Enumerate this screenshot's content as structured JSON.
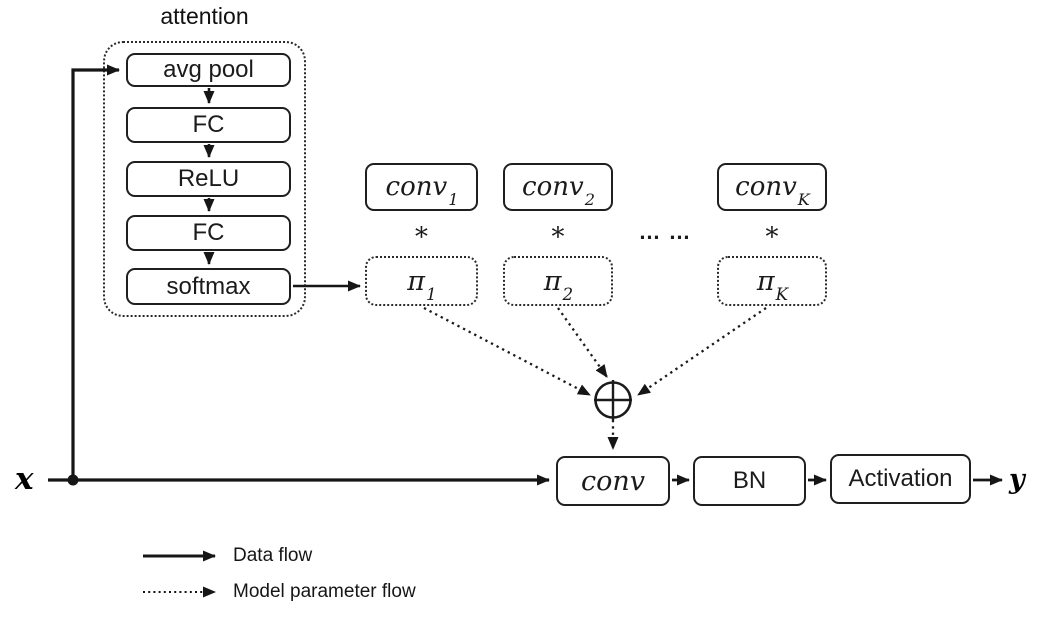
{
  "attention": {
    "label": "attention",
    "blocks": [
      "avg pool",
      "FC",
      "ReLU",
      "FC",
      "softmax"
    ]
  },
  "kernels": {
    "items": [
      {
        "name": "conv",
        "sub": "1",
        "op": "∗",
        "weight": "π",
        "weight_sub": "1"
      },
      {
        "name": "conv",
        "sub": "2",
        "op": "∗",
        "weight": "π",
        "weight_sub": "2"
      },
      {
        "name": "conv",
        "sub": "K",
        "op": "∗",
        "weight": "π",
        "weight_sub": "K"
      }
    ],
    "ellipsis": "… …",
    "sum_symbol": "⊕"
  },
  "pipeline": {
    "conv": "conv",
    "bn": "BN",
    "activation": "Activation"
  },
  "io": {
    "input": "x",
    "output": "y"
  },
  "legend": {
    "items": [
      {
        "label": "Data flow",
        "style": "solid"
      },
      {
        "label": "Model parameter flow",
        "style": "dotted"
      }
    ]
  },
  "colors": {
    "ink": "#1b1b1b",
    "background": "#ffffff"
  }
}
